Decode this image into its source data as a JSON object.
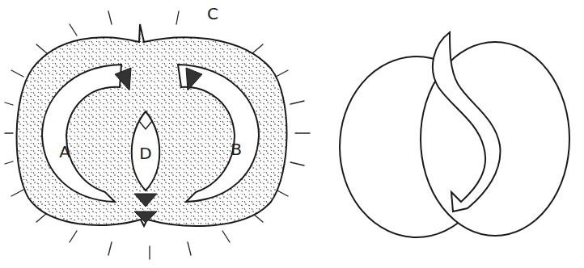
{
  "diagram": {
    "labels": [
      "C",
      "A",
      "D",
      "B"
    ]
  }
}
